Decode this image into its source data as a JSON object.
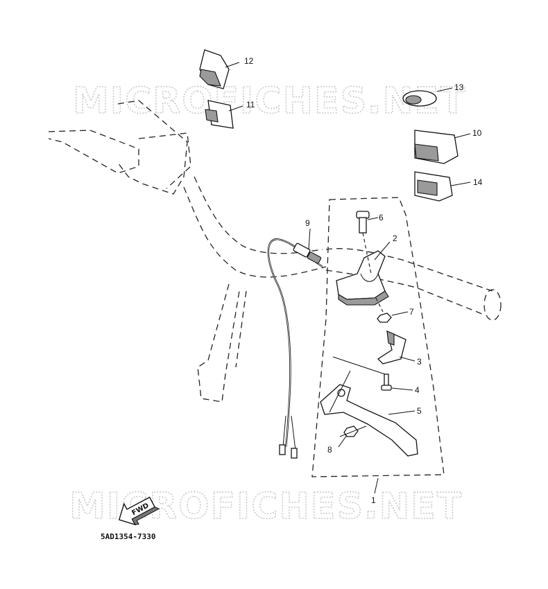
{
  "watermark": {
    "top": "MICROFICHES.NET",
    "bottom": "MICROFICHES.NET"
  },
  "diagram_code": "5AD1354-7330",
  "fwd_label": "FWD",
  "callouts": {
    "c1": "1",
    "c2": "2",
    "c3": "3",
    "c4": "4",
    "c5": "5",
    "c6": "6",
    "c7": "7",
    "c8": "8",
    "c9": "9",
    "c10": "10",
    "c11": "11",
    "c12": "12",
    "c13": "13",
    "c14": "14"
  }
}
